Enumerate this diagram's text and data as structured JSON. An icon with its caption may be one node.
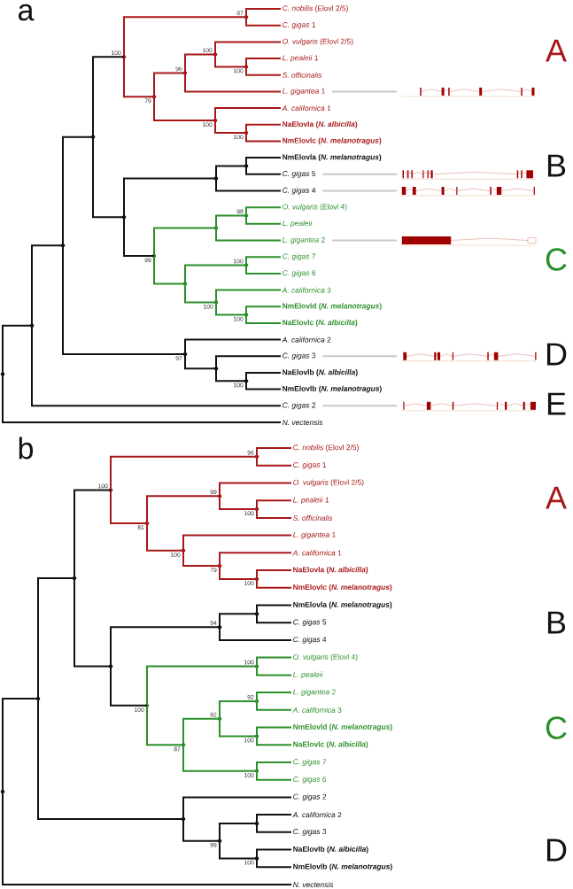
{
  "diagram": {
    "nodes": [
      {
        "text": [
          "*C. nobilis* (Elovl 2/5)"
        ]
      },
      {
        "text": [
          "*C. gigas* 1"
        ]
      },
      {
        "text": [
          "*O. vulgaris* (Elovl 2/5)"
        ]
      },
      {
        "text": [
          "*L. pealeii* 1"
        ]
      },
      {
        "text": [
          "*S. officinalis*"
        ]
      },
      {
        "text": [
          "*L. gigantea* 1"
        ]
      },
      {
        "text": [
          "*A. californica* 1"
        ]
      },
      {
        "text": [
          "**NaElovla (*N. albicilla*)**"
        ]
      },
      {
        "text": [
          "**NmElovlc (*N. melanotragus*)**"
        ]
      },
      {
        "text": [
          "**NmElovla (*N. melanotragus*)**"
        ]
      },
      {
        "text": [
          "*C. gigas* 5"
        ]
      },
      {
        "text": [
          "*C. gigas* 4"
        ]
      },
      {
        "text": [
          "*O. vulgaris* (Elovl 4)"
        ]
      },
      {
        "text": [
          "*L. pealeii*"
        ]
      },
      {
        "text": [
          "*L. gigantea* 2"
        ]
      },
      {
        "text": [
          "*C. gigas* 7"
        ]
      },
      {
        "text": [
          "*C. gigas* 6"
        ]
      },
      {
        "text": [
          "*A. californica* 3"
        ]
      },
      {
        "text": [
          "**NmElovld (*N. melanotragus*)**"
        ]
      },
      {
        "text": [
          "**NaElovlc (*N. albicilla*)**"
        ]
      },
      {
        "text": [
          "*A. californica* 2"
        ]
      },
      {
        "text": [
          "*C. gigas* 3"
        ]
      },
      {
        "text": [
          "**NaElovlb (*N. albicilla*)**"
        ]
      },
      {
        "text": [
          "**NmElovlb (*N. melanotragus*)**"
        ]
      },
      {
        "text": [
          "*C. gigas* 2"
        ]
      },
      {
        "text": [
          "*N. vectensis*"
        ]
      },
      {
        "text": [],
        "shape": "picture"
      },
      {
        "text": [],
        "shape": "picture"
      },
      {
        "text": [],
        "shape": "picture"
      },
      {
        "text": [],
        "shape": "picture"
      },
      {
        "text": [],
        "shape": "picture"
      },
      {
        "text": [],
        "shape": "picture"
      },
      {
        "text": [],
        "shape": "point",
        "beside": [
          "87"
        ]
      },
      {
        "text": [],
        "shape": "point",
        "beside": [
          "100"
        ]
      },
      {
        "text": [],
        "shape": "point",
        "beside": [
          "100"
        ]
      },
      {
        "text": [],
        "shape": "point",
        "beside": [
          "96"
        ]
      },
      {
        "text": [],
        "shape": "point",
        "beside": [
          "100"
        ]
      },
      {
        "text": [],
        "shape": "point",
        "beside": [
          "100"
        ]
      },
      {
        "text": [],
        "shape": "point",
        "beside": [
          "79"
        ]
      },
      {
        "text": [],
        "shape": "point",
        "beside": [
          "100"
        ]
      },
      {
        "text": [],
        "shape": "point"
      },
      {
        "text": [],
        "shape": "point"
      },
      {
        "text": [],
        "shape": "point",
        "beside": [
          "98"
        ]
      },
      {
        "text": [],
        "shape": "point"
      },
      {
        "text": [],
        "shape": "point",
        "beside": [
          "100"
        ]
      },
      {
        "text": [],
        "shape": "point",
        "beside": [
          "100"
        ]
      },
      {
        "text": [],
        "shape": "point",
        "beside": [
          "100"
        ]
      },
      {
        "text": [],
        "shape": "point"
      },
      {
        "text": [],
        "shape": "point",
        "beside": [
          "99"
        ]
      },
      {
        "text": [],
        "shape": "point"
      },
      {
        "text": [],
        "shape": "point"
      },
      {
        "text": [],
        "shape": "point",
        "beside": [
          "100"
        ]
      },
      {
        "text": [],
        "shape": "point"
      },
      {
        "text": [],
        "shape": "point",
        "beside": [
          "97"
        ]
      },
      {
        "text": [],
        "shape": "point"
      },
      {
        "text": [],
        "shape": "point"
      },
      {
        "text": [],
        "shape": "point"
      },
      {
        "text": [
          "*C. nobilis* (Elovl 2/5)"
        ]
      },
      {
        "text": [
          "*C. gigas* 1"
        ]
      },
      {
        "text": [
          "*O. vulgaris* (Elovl 2/5)"
        ]
      },
      {
        "text": [
          "*L. pealeii* 1"
        ]
      },
      {
        "text": [
          "*S. officinalis*"
        ]
      },
      {
        "text": [
          "*L. gigantea* 1"
        ]
      },
      {
        "text": [
          "*A. californica* 1"
        ]
      },
      {
        "text": [
          "**NaElovla (*N. albicilla*)**"
        ]
      },
      {
        "text": [
          "**NmElovlc (*N. melanotragus*)**"
        ]
      },
      {
        "text": [
          "**NmElovla (*N. melanotragus*)**"
        ]
      },
      {
        "text": [
          "*C. gigas* 5"
        ]
      },
      {
        "text": [
          "*C. gigas* 4"
        ]
      },
      {
        "text": [
          "*O. vulgaris* (Elovl 4)"
        ]
      },
      {
        "text": [
          "*L. pealeii*"
        ]
      },
      {
        "text": [
          "*L. gigantea* 2"
        ]
      },
      {
        "text": [
          "*A. californica* 3"
        ]
      },
      {
        "text": [
          "**NmElovld (*N. melanotragus*)**"
        ]
      },
      {
        "text": [
          "**NaElovlc (*N. albicilla*)**"
        ]
      },
      {
        "text": [
          "*C. gigas* 7"
        ]
      },
      {
        "text": [
          "*C. gigas* 6"
        ]
      },
      {
        "text": [
          "*C. gigas* 2"
        ]
      },
      {
        "text": [
          "*A. californica* 2"
        ]
      },
      {
        "text": [
          "*C. gigas* 3"
        ]
      },
      {
        "text": [
          "**NaElovlb (*N. albicilla*)**"
        ]
      },
      {
        "text": [
          "**NmElovlb (*N. melanotragus*)**"
        ]
      },
      {
        "text": [
          "*N. vectensis*"
        ]
      },
      {
        "text": [],
        "shape": "point",
        "beside": [
          "96"
        ]
      },
      {
        "text": [],
        "shape": "point",
        "beside": [
          "100"
        ]
      },
      {
        "text": [],
        "shape": "point",
        "beside": [
          "99"
        ]
      },
      {
        "text": [],
        "shape": "point",
        "beside": [
          "100"
        ]
      },
      {
        "text": [],
        "shape": "point",
        "beside": [
          "79"
        ]
      },
      {
        "text": [],
        "shape": "point",
        "beside": [
          "100"
        ]
      },
      {
        "text": [],
        "shape": "point",
        "beside": [
          "81"
        ]
      },
      {
        "text": [],
        "shape": "point",
        "beside": [
          "100"
        ]
      },
      {
        "text": [],
        "shape": "point"
      },
      {
        "text": [],
        "shape": "point",
        "beside": [
          "94"
        ]
      },
      {
        "text": [],
        "shape": "point",
        "beside": [
          "100"
        ]
      },
      {
        "text": [],
        "shape": "point",
        "beside": [
          "92"
        ]
      },
      {
        "text": [],
        "shape": "point",
        "beside": [
          "100"
        ]
      },
      {
        "text": [],
        "shape": "point",
        "beside": [
          "92"
        ]
      },
      {
        "text": [],
        "shape": "point",
        "beside": [
          "100"
        ]
      },
      {
        "text": [],
        "shape": "point",
        "beside": [
          "87"
        ]
      },
      {
        "text": [],
        "shape": "point",
        "beside": [
          "100"
        ]
      },
      {
        "text": [],
        "shape": "point"
      },
      {
        "text": [],
        "shape": "point"
      },
      {
        "text": [],
        "shape": "point"
      },
      {
        "text": [],
        "shape": "point",
        "beside": [
          "100"
        ]
      },
      {
        "text": [],
        "shape": "point",
        "beside": [
          "99"
        ]
      },
      {
        "text": [],
        "shape": "point"
      },
      {
        "text": [],
        "shape": "point"
      },
      {
        "text": [],
        "shape": "point"
      }
    ],
    "edges": [
      {
        "from": 32,
        "to": 0,
        "arrow": "none",
        "color": "#a81818"
      },
      {
        "from": 32,
        "to": 1,
        "arrow": "none",
        "color": "#a81818"
      },
      {
        "from": 33,
        "to": 3,
        "arrow": "none",
        "color": "#a81818"
      },
      {
        "from": 33,
        "to": 4,
        "arrow": "none",
        "color": "#a81818"
      },
      {
        "from": 34,
        "to": 2,
        "arrow": "none",
        "color": "#a81818"
      },
      {
        "from": 34,
        "to": 33,
        "arrow": "none",
        "color": "#a81818"
      },
      {
        "from": 35,
        "to": 34,
        "arrow": "none",
        "color": "#a81818"
      },
      {
        "from": 35,
        "to": 5,
        "arrow": "none",
        "color": "#a81818"
      },
      {
        "from": 36,
        "to": 7,
        "arrow": "none",
        "color": "#a81818"
      },
      {
        "from": 36,
        "to": 8,
        "arrow": "none",
        "color": "#a81818"
      },
      {
        "from": 37,
        "to": 6,
        "arrow": "none",
        "color": "#a81818"
      },
      {
        "from": 37,
        "to": 36,
        "arrow": "none",
        "color": "#a81818"
      },
      {
        "from": 38,
        "to": 35,
        "arrow": "none",
        "color": "#a81818"
      },
      {
        "from": 38,
        "to": 37,
        "arrow": "none",
        "color": "#a81818"
      },
      {
        "from": 39,
        "to": 32,
        "arrow": "none",
        "color": "#a81818"
      },
      {
        "from": 39,
        "to": 38,
        "arrow": "none",
        "color": "#a81818"
      },
      {
        "from": 40,
        "to": 9,
        "arrow": "none",
        "color": "#111111"
      },
      {
        "from": 40,
        "to": 10,
        "arrow": "none",
        "color": "#111111"
      },
      {
        "from": 41,
        "to": 40,
        "arrow": "none",
        "color": "#111111"
      },
      {
        "from": 41,
        "to": 11,
        "arrow": "none",
        "color": "#111111"
      },
      {
        "from": 42,
        "to": 12,
        "arrow": "none",
        "color": "#2b8f2b"
      },
      {
        "from": 42,
        "to": 13,
        "arrow": "none",
        "color": "#2b8f2b"
      },
      {
        "from": 43,
        "to": 42,
        "arrow": "none",
        "color": "#2b8f2b"
      },
      {
        "from": 43,
        "to": 14,
        "arrow": "none",
        "color": "#2b8f2b"
      },
      {
        "from": 44,
        "to": 15,
        "arrow": "none",
        "color": "#2b8f2b"
      },
      {
        "from": 44,
        "to": 16,
        "arrow": "none",
        "color": "#2b8f2b"
      },
      {
        "from": 45,
        "to": 18,
        "arrow": "none",
        "color": "#2b8f2b"
      },
      {
        "from": 45,
        "to": 19,
        "arrow": "none",
        "color": "#2b8f2b"
      },
      {
        "from": 46,
        "to": 17,
        "arrow": "none",
        "color": "#2b8f2b"
      },
      {
        "from": 46,
        "to": 45,
        "arrow": "none",
        "color": "#2b8f2b"
      },
      {
        "from": 47,
        "to": 44,
        "arrow": "none",
        "color": "#2b8f2b"
      },
      {
        "from": 47,
        "to": 46,
        "arrow": "none",
        "color": "#2b8f2b"
      },
      {
        "from": 48,
        "to": 43,
        "arrow": "none",
        "color": "#2b8f2b"
      },
      {
        "from": 48,
        "to": 47,
        "arrow": "none",
        "color": "#2b8f2b"
      },
      {
        "from": 49,
        "to": 41,
        "arrow": "none",
        "color": "#111111"
      },
      {
        "from": 49,
        "to": 48,
        "arrow": "none",
        "color": "#111111"
      },
      {
        "from": 50,
        "to": 39,
        "arrow": "none",
        "color": "#111111"
      },
      {
        "from": 50,
        "to": 49,
        "arrow": "none",
        "color": "#111111"
      },
      {
        "from": 51,
        "to": 22,
        "arrow": "none",
        "color": "#111111"
      },
      {
        "from": 51,
        "to": 23,
        "arrow": "none",
        "color": "#111111"
      },
      {
        "from": 52,
        "to": 21,
        "arrow": "none",
        "color": "#111111"
      },
      {
        "from": 52,
        "to": 51,
        "arrow": "none",
        "color": "#111111"
      },
      {
        "from": 53,
        "to": 20,
        "arrow": "none",
        "color": "#111111"
      },
      {
        "from": 53,
        "to": 52,
        "arrow": "none",
        "color": "#111111"
      },
      {
        "from": 54,
        "to": 50,
        "arrow": "none",
        "color": "#111111"
      },
      {
        "from": 54,
        "to": 53,
        "arrow": "none",
        "color": "#111111"
      },
      {
        "from": 55,
        "to": 54,
        "arrow": "none",
        "color": "#111111"
      },
      {
        "from": 55,
        "to": 24,
        "arrow": "none",
        "color": "#111111"
      },
      {
        "from": 56,
        "to": 55,
        "arrow": "none",
        "color": "#111111"
      },
      {
        "from": 56,
        "to": 25,
        "arrow": "none",
        "color": "#111111"
      },
      {
        "from": 5,
        "to": 26,
        "arrow": "none",
        "color": "#c8c8c8"
      },
      {
        "from": 10,
        "to": 27,
        "arrow": "none",
        "color": "#c8c8c8"
      },
      {
        "from": 11,
        "to": 28,
        "arrow": "none",
        "color": "#c8c8c8"
      },
      {
        "from": 14,
        "to": 29,
        "arrow": "none",
        "color": "#c8c8c8"
      },
      {
        "from": 21,
        "to": 30,
        "arrow": "none",
        "color": "#c8c8c8"
      },
      {
        "from": 24,
        "to": 31,
        "arrow": "none",
        "color": "#c8c8c8"
      },
      {
        "from": 83,
        "to": 57,
        "arrow": "none",
        "color": "#a81818"
      },
      {
        "from": 83,
        "to": 58,
        "arrow": "none",
        "color": "#a81818"
      },
      {
        "from": 84,
        "to": 60,
        "arrow": "none",
        "color": "#a81818"
      },
      {
        "from": 84,
        "to": 61,
        "arrow": "none",
        "color": "#a81818"
      },
      {
        "from": 85,
        "to": 59,
        "arrow": "none",
        "color": "#a81818"
      },
      {
        "from": 85,
        "to": 84,
        "arrow": "none",
        "color": "#a81818"
      },
      {
        "from": 86,
        "to": 64,
        "arrow": "none",
        "color": "#a81818"
      },
      {
        "from": 86,
        "to": 65,
        "arrow": "none",
        "color": "#a81818"
      },
      {
        "from": 87,
        "to": 63,
        "arrow": "none",
        "color": "#a81818"
      },
      {
        "from": 87,
        "to": 86,
        "arrow": "none",
        "color": "#a81818"
      },
      {
        "from": 88,
        "to": 62,
        "arrow": "none",
        "color": "#a81818"
      },
      {
        "from": 88,
        "to": 87,
        "arrow": "none",
        "color": "#a81818"
      },
      {
        "from": 89,
        "to": 85,
        "arrow": "none",
        "color": "#a81818"
      },
      {
        "from": 89,
        "to": 88,
        "arrow": "none",
        "color": "#a81818"
      },
      {
        "from": 90,
        "to": 83,
        "arrow": "none",
        "color": "#a81818"
      },
      {
        "from": 90,
        "to": 89,
        "arrow": "none",
        "color": "#a81818"
      },
      {
        "from": 91,
        "to": 66,
        "arrow": "none",
        "color": "#111111"
      },
      {
        "from": 91,
        "to": 67,
        "arrow": "none",
        "color": "#111111"
      },
      {
        "from": 92,
        "to": 91,
        "arrow": "none",
        "color": "#111111"
      },
      {
        "from": 92,
        "to": 68,
        "arrow": "none",
        "color": "#111111"
      },
      {
        "from": 93,
        "to": 69,
        "arrow": "none",
        "color": "#2b8f2b"
      },
      {
        "from": 93,
        "to": 70,
        "arrow": "none",
        "color": "#2b8f2b"
      },
      {
        "from": 94,
        "to": 71,
        "arrow": "none",
        "color": "#2b8f2b"
      },
      {
        "from": 94,
        "to": 72,
        "arrow": "none",
        "color": "#2b8f2b"
      },
      {
        "from": 95,
        "to": 73,
        "arrow": "none",
        "color": "#2b8f2b"
      },
      {
        "from": 95,
        "to": 74,
        "arrow": "none",
        "color": "#2b8f2b"
      },
      {
        "from": 96,
        "to": 94,
        "arrow": "none",
        "color": "#2b8f2b"
      },
      {
        "from": 96,
        "to": 95,
        "arrow": "none",
        "color": "#2b8f2b"
      },
      {
        "from": 97,
        "to": 75,
        "arrow": "none",
        "color": "#2b8f2b"
      },
      {
        "from": 97,
        "to": 76,
        "arrow": "none",
        "color": "#2b8f2b"
      },
      {
        "from": 98,
        "to": 96,
        "arrow": "none",
        "color": "#2b8f2b"
      },
      {
        "from": 98,
        "to": 97,
        "arrow": "none",
        "color": "#2b8f2b"
      },
      {
        "from": 99,
        "to": 93,
        "arrow": "none",
        "color": "#2b8f2b"
      },
      {
        "from": 99,
        "to": 98,
        "arrow": "none",
        "color": "#2b8f2b"
      },
      {
        "from": 100,
        "to": 92,
        "arrow": "none",
        "color": "#111111"
      },
      {
        "from": 100,
        "to": 99,
        "arrow": "none",
        "color": "#111111"
      },
      {
        "from": 101,
        "to": 90,
        "arrow": "none",
        "color": "#111111"
      },
      {
        "from": 101,
        "to": 100,
        "arrow": "none",
        "color": "#111111"
      },
      {
        "from": 102,
        "to": 78,
        "arrow": "none",
        "color": "#111111"
      },
      {
        "from": 102,
        "to": 79,
        "arrow": "none",
        "color": "#111111"
      },
      {
        "from": 103,
        "to": 80,
        "arrow": "none",
        "color": "#111111"
      },
      {
        "from": 103,
        "to": 81,
        "arrow": "none",
        "color": "#111111"
      },
      {
        "from": 104,
        "to": 102,
        "arrow": "none",
        "color": "#111111"
      },
      {
        "from": 104,
        "to": 103,
        "arrow": "none",
        "color": "#111111"
      },
      {
        "from": 105,
        "to": 77,
        "arrow": "none",
        "color": "#111111"
      },
      {
        "from": 105,
        "to": 104,
        "arrow": "none",
        "color": "#111111"
      },
      {
        "from": 106,
        "to": 101,
        "arrow": "none",
        "color": "#111111"
      },
      {
        "from": 106,
        "to": 105,
        "arrow": "none",
        "color": "#111111"
      },
      {
        "from": 107,
        "to": 106,
        "arrow": "none",
        "color": "#111111"
      },
      {
        "from": 107,
        "to": 82,
        "arrow": "none",
        "color": "#111111"
      }
    ],
    "labels": [
      "a",
      "A",
      "B",
      "C",
      "D",
      "E",
      "b",
      "A",
      "B",
      "C",
      "D"
    ]
  }
}
